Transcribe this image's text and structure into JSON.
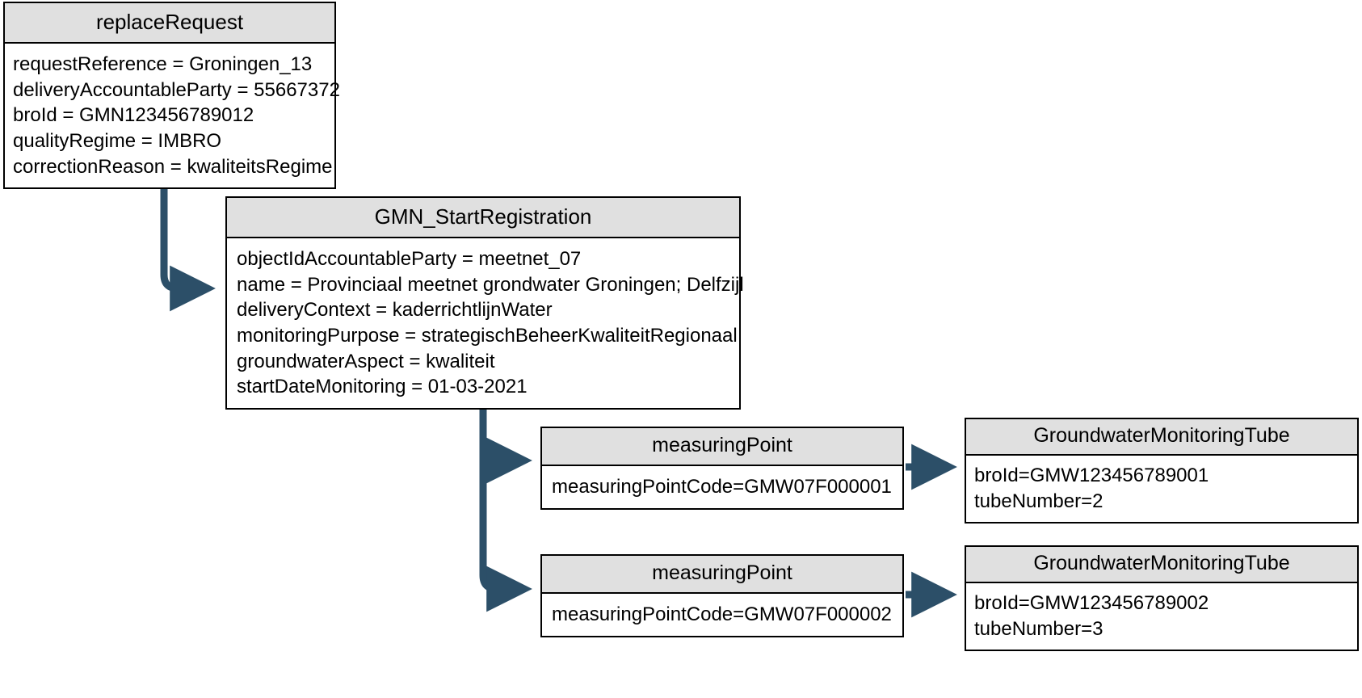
{
  "diagram": {
    "title": "GMN replaceRequest object diagram",
    "accent_color": "#2c4f68",
    "header_fill": "#e0e0e0",
    "border_color": "#000000",
    "background": "#ffffff"
  },
  "boxes": {
    "replace_request": {
      "title": "replaceRequest",
      "attributes": [
        "requestReference = Groningen_13",
        "deliveryAccountableParty = 55667372",
        "broId = GMN123456789012",
        "qualityRegime = IMBRO",
        "correctionReason = kwaliteitsRegime"
      ]
    },
    "gmn_start_registration": {
      "title": "GMN_StartRegistration",
      "attributes": [
        "objectIdAccountableParty = meetnet_07",
        "name = Provinciaal meetnet grondwater Groningen; Delfzijl",
        "deliveryContext = kaderrichtlijnWater",
        "monitoringPurpose = strategischBeheerKwaliteitRegionaal",
        "groundwaterAspect = kwaliteit",
        "startDateMonitoring = 01-03-2021"
      ]
    },
    "measuring_point_1": {
      "title": "measuringPoint",
      "attributes": [
        "measuringPointCode=GMW07F000001"
      ]
    },
    "measuring_point_2": {
      "title": "measuringPoint",
      "attributes": [
        "measuringPointCode=GMW07F000002"
      ]
    },
    "monitoring_tube_1": {
      "title": "GroundwaterMonitoringTube",
      "attributes": [
        "broId=GMW123456789001",
        "tubeNumber=2"
      ]
    },
    "monitoring_tube_2": {
      "title": "GroundwaterMonitoringTube",
      "attributes": [
        "broId=GMW123456789002",
        "tubeNumber=3"
      ]
    }
  }
}
